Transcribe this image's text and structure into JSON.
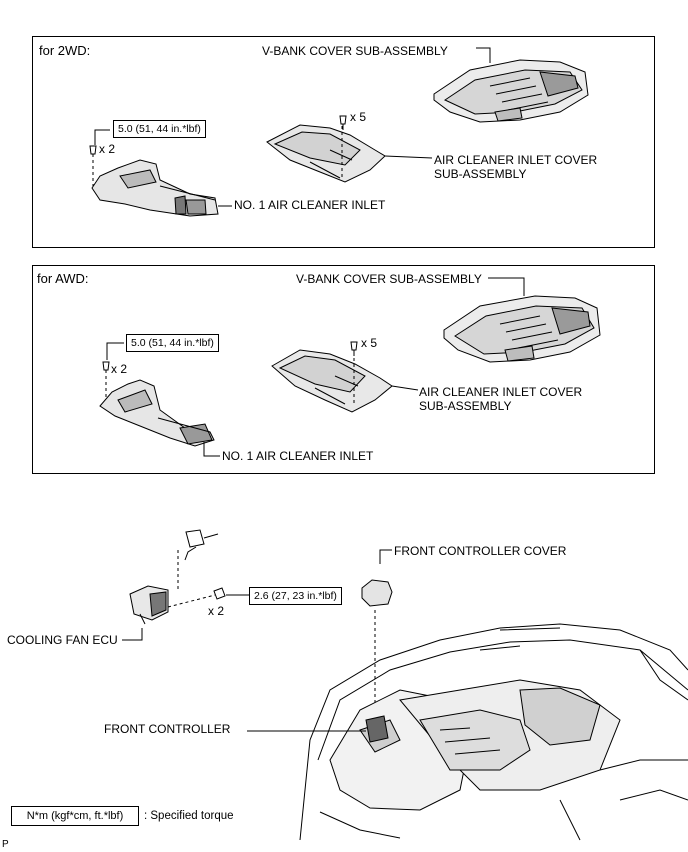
{
  "panel_2wd": {
    "title": "for 2WD:",
    "vbank": "V-BANK COVER SUB-ASSEMBLY",
    "bolt_count": "x 5",
    "inlet_cover_1": "AIR CLEANER INLET COVER",
    "inlet_cover_2": "SUB-ASSEMBLY",
    "torque": "5.0 (51, 44 in.*lbf)",
    "bolt_count2": "x 2",
    "inlet": "NO. 1 AIR CLEANER INLET"
  },
  "panel_awd": {
    "title": "for AWD:",
    "vbank": "V-BANK COVER SUB-ASSEMBLY",
    "bolt_count": "x 5",
    "inlet_cover_1": "AIR CLEANER INLET COVER",
    "inlet_cover_2": "SUB-ASSEMBLY",
    "torque": "5.0 (51, 44 in.*lbf)",
    "bolt_count2": "x 2",
    "inlet": "NO. 1 AIR CLEANER INLET"
  },
  "lower": {
    "front_controller_cover": "FRONT CONTROLLER COVER",
    "torque": "2.6 (27, 23 in.*lbf)",
    "bolt_count": "x 2",
    "cooling_fan_ecu": "COOLING FAN ECU",
    "front_controller": "FRONT CONTROLLER"
  },
  "legend": {
    "unit": "N*m (kgf*cm, ft.*lbf)",
    "desc": ": Specified torque"
  },
  "corner_mark": "P"
}
